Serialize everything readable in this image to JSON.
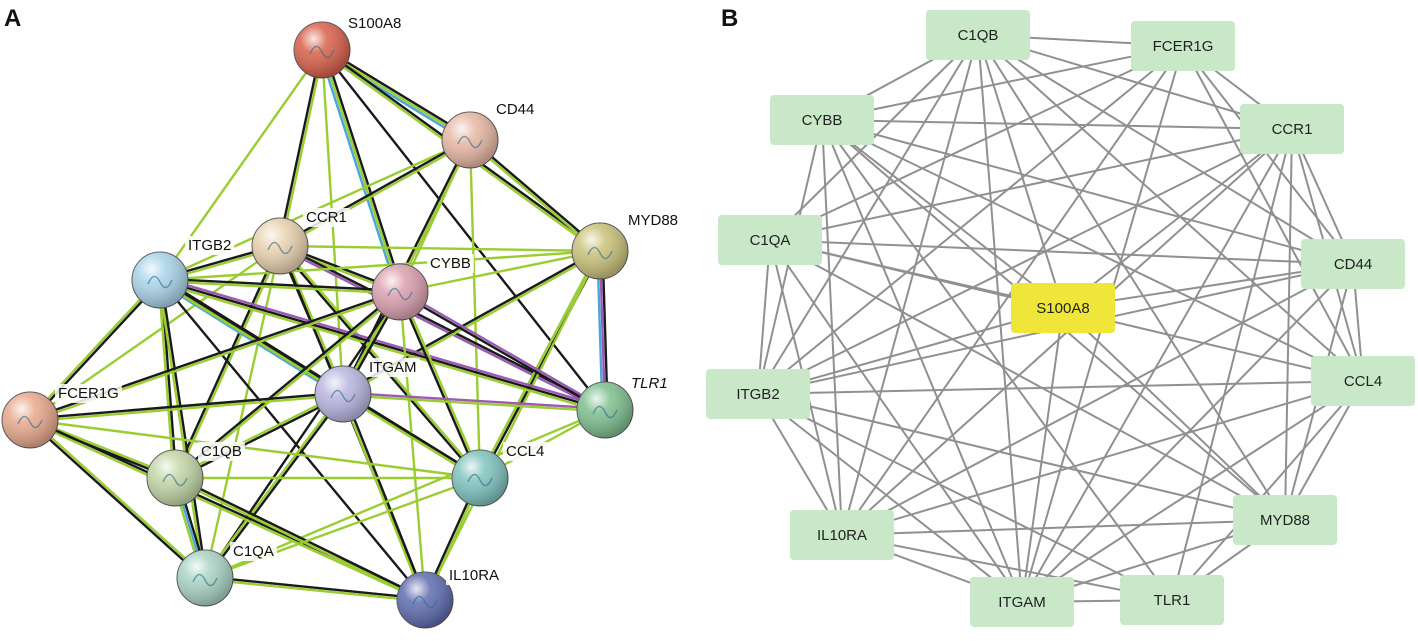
{
  "panels": {
    "a": {
      "letter": "A"
    },
    "b": {
      "letter": "B"
    }
  },
  "network_a": {
    "nodes": [
      {
        "id": "S100A8",
        "label": "S100A8",
        "color": "#d9604a",
        "italic": false
      },
      {
        "id": "CD44",
        "label": "CD44",
        "color": "#e8b8a4",
        "italic": false
      },
      {
        "id": "CCR1",
        "label": "CCR1",
        "color": "#e9d2b0",
        "italic": false
      },
      {
        "id": "MYD88",
        "label": "MYD88",
        "color": "#c9c27a",
        "italic": false
      },
      {
        "id": "ITGB2",
        "label": "ITGB2",
        "color": "#a9d4ea",
        "italic": false
      },
      {
        "id": "CYBB",
        "label": "CYBB",
        "color": "#dba0b0",
        "italic": false
      },
      {
        "id": "ITGAM",
        "label": "ITGAM",
        "color": "#b9b6e0",
        "italic": false
      },
      {
        "id": "TLR1",
        "label": "TLR1",
        "color": "#7fbf8f",
        "italic": true
      },
      {
        "id": "FCER1G",
        "label": "FCER1G",
        "color": "#e8a88c",
        "italic": false
      },
      {
        "id": "C1QB",
        "label": "C1QB",
        "color": "#c2d6a6",
        "italic": false
      },
      {
        "id": "CCL4",
        "label": "CCL4",
        "color": "#7fc3bf",
        "italic": false
      },
      {
        "id": "C1QA",
        "label": "C1QA",
        "color": "#a9d4c4",
        "italic": false
      },
      {
        "id": "IL10RA",
        "label": "IL10RA",
        "color": "#5f6cb0",
        "italic": false
      }
    ],
    "edges": [
      [
        "S100A8",
        "CD44",
        [
          "black",
          "green",
          "blue"
        ]
      ],
      [
        "S100A8",
        "ITGB2",
        [
          "green"
        ]
      ],
      [
        "S100A8",
        "CCR1",
        [
          "green",
          "black"
        ]
      ],
      [
        "S100A8",
        "CYBB",
        [
          "black",
          "green",
          "blue"
        ]
      ],
      [
        "S100A8",
        "MYD88",
        [
          "black",
          "green"
        ]
      ],
      [
        "S100A8",
        "ITGAM",
        [
          "green"
        ]
      ],
      [
        "S100A8",
        "TLR1",
        [
          "black"
        ]
      ],
      [
        "CD44",
        "ITGB2",
        [
          "green"
        ]
      ],
      [
        "CD44",
        "CCR1",
        [
          "green",
          "black"
        ]
      ],
      [
        "CD44",
        "CYBB",
        [
          "green"
        ]
      ],
      [
        "CD44",
        "MYD88",
        [
          "black",
          "green"
        ]
      ],
      [
        "CD44",
        "ITGAM",
        [
          "green",
          "black"
        ]
      ],
      [
        "CD44",
        "CCL4",
        [
          "green"
        ]
      ],
      [
        "CCR1",
        "ITGB2",
        [
          "green",
          "black"
        ]
      ],
      [
        "CCR1",
        "CYBB",
        [
          "black",
          "green"
        ]
      ],
      [
        "CCR1",
        "MYD88",
        [
          "green"
        ]
      ],
      [
        "CCR1",
        "ITGAM",
        [
          "green",
          "black"
        ]
      ],
      [
        "CCR1",
        "TLR1",
        [
          "black",
          "purple"
        ]
      ],
      [
        "CCR1",
        "CCL4",
        [
          "green",
          "black"
        ]
      ],
      [
        "CCR1",
        "C1QB",
        [
          "green",
          "black"
        ]
      ],
      [
        "CCR1",
        "C1QA",
        [
          "green"
        ]
      ],
      [
        "CCR1",
        "IL10RA",
        [
          "black"
        ]
      ],
      [
        "CCR1",
        "FCER1G",
        [
          "green"
        ]
      ],
      [
        "MYD88",
        "TLR1",
        [
          "black",
          "purple",
          "blue"
        ]
      ],
      [
        "MYD88",
        "CYBB",
        [
          "green"
        ]
      ],
      [
        "MYD88",
        "ITGAM",
        [
          "green",
          "black"
        ]
      ],
      [
        "MYD88",
        "CCL4",
        [
          "black",
          "green"
        ]
      ],
      [
        "MYD88",
        "IL10RA",
        [
          "green"
        ]
      ],
      [
        "MYD88",
        "ITGB2",
        [
          "green"
        ]
      ],
      [
        "ITGB2",
        "CYBB",
        [
          "black",
          "green"
        ]
      ],
      [
        "ITGB2",
        "ITGAM",
        [
          "black",
          "green",
          "blue"
        ]
      ],
      [
        "ITGB2",
        "TLR1",
        [
          "purple",
          "black",
          "green"
        ]
      ],
      [
        "ITGB2",
        "FCER1G",
        [
          "black",
          "green"
        ]
      ],
      [
        "ITGB2",
        "C1QB",
        [
          "black",
          "green"
        ]
      ],
      [
        "ITGB2",
        "CCL4",
        [
          "black",
          "green"
        ]
      ],
      [
        "ITGB2",
        "C1QA",
        [
          "black",
          "green"
        ]
      ],
      [
        "ITGB2",
        "IL10RA",
        [
          "black"
        ]
      ],
      [
        "CYBB",
        "ITGAM",
        [
          "black",
          "green"
        ]
      ],
      [
        "CYBB",
        "TLR1",
        [
          "purple",
          "black"
        ]
      ],
      [
        "CYBB",
        "C1QB",
        [
          "green",
          "black"
        ]
      ],
      [
        "CYBB",
        "CCL4",
        [
          "green",
          "black"
        ]
      ],
      [
        "CYBB",
        "C1QA",
        [
          "black"
        ]
      ],
      [
        "CYBB",
        "IL10RA",
        [
          "green"
        ]
      ],
      [
        "CYBB",
        "FCER1G",
        [
          "green",
          "black"
        ]
      ],
      [
        "ITGAM",
        "TLR1",
        [
          "purple",
          "green"
        ]
      ],
      [
        "ITGAM",
        "FCER1G",
        [
          "green",
          "black"
        ]
      ],
      [
        "ITGAM",
        "C1QB",
        [
          "black",
          "green"
        ]
      ],
      [
        "ITGAM",
        "CCL4",
        [
          "black",
          "green"
        ]
      ],
      [
        "ITGAM",
        "C1QA",
        [
          "black",
          "green"
        ]
      ],
      [
        "ITGAM",
        "IL10RA",
        [
          "black",
          "green"
        ]
      ],
      [
        "TLR1",
        "CCL4",
        [
          "green"
        ]
      ],
      [
        "TLR1",
        "C1QA",
        [
          "green"
        ]
      ],
      [
        "FCER1G",
        "C1QB",
        [
          "green",
          "black"
        ]
      ],
      [
        "FCER1G",
        "C1QA",
        [
          "green",
          "black"
        ]
      ],
      [
        "FCER1G",
        "CCL4",
        [
          "green"
        ]
      ],
      [
        "FCER1G",
        "IL10RA",
        [
          "black",
          "green"
        ]
      ],
      [
        "C1QB",
        "C1QA",
        [
          "black",
          "blue",
          "green"
        ]
      ],
      [
        "C1QB",
        "CCL4",
        [
          "green"
        ]
      ],
      [
        "C1QB",
        "IL10RA",
        [
          "black",
          "green"
        ]
      ],
      [
        "CCL4",
        "IL10RA",
        [
          "green",
          "black"
        ]
      ],
      [
        "CCL4",
        "C1QA",
        [
          "green"
        ]
      ],
      [
        "C1QA",
        "IL10RA",
        [
          "black",
          "green"
        ]
      ]
    ]
  },
  "network_b": {
    "hub": {
      "id": "S100A8",
      "label": "S100A8",
      "color": "#f0e63a"
    },
    "box_color": "#c8e8c8",
    "edge_color": "#909090",
    "nodes": [
      {
        "id": "C1QB",
        "label": "C1QB"
      },
      {
        "id": "FCER1G",
        "label": "FCER1G"
      },
      {
        "id": "CYBB",
        "label": "CYBB"
      },
      {
        "id": "CCR1",
        "label": "CCR1"
      },
      {
        "id": "C1QA",
        "label": "C1QA"
      },
      {
        "id": "CD44",
        "label": "CD44"
      },
      {
        "id": "ITGB2",
        "label": "ITGB2"
      },
      {
        "id": "CCL4",
        "label": "CCL4"
      },
      {
        "id": "IL10RA",
        "label": "IL10RA"
      },
      {
        "id": "MYD88",
        "label": "MYD88"
      },
      {
        "id": "ITGAM",
        "label": "ITGAM"
      },
      {
        "id": "TLR1",
        "label": "TLR1"
      }
    ],
    "edges": [
      [
        "C1QB",
        "FCER1G"
      ],
      [
        "C1QB",
        "CYBB"
      ],
      [
        "C1QB",
        "CCR1"
      ],
      [
        "C1QB",
        "C1QA"
      ],
      [
        "C1QB",
        "ITGB2"
      ],
      [
        "C1QB",
        "IL10RA"
      ],
      [
        "C1QB",
        "ITGAM"
      ],
      [
        "C1QB",
        "CCL4"
      ],
      [
        "C1QB",
        "MYD88"
      ],
      [
        "C1QB",
        "CD44"
      ],
      [
        "FCER1G",
        "CYBB"
      ],
      [
        "FCER1G",
        "CCR1"
      ],
      [
        "FCER1G",
        "C1QA"
      ],
      [
        "FCER1G",
        "ITGB2"
      ],
      [
        "FCER1G",
        "IL10RA"
      ],
      [
        "FCER1G",
        "ITGAM"
      ],
      [
        "FCER1G",
        "CCL4"
      ],
      [
        "FCER1G",
        "CD44"
      ],
      [
        "CYBB",
        "CCR1"
      ],
      [
        "CYBB",
        "ITGB2"
      ],
      [
        "CYBB",
        "IL10RA"
      ],
      [
        "CYBB",
        "ITGAM"
      ],
      [
        "CYBB",
        "CCL4"
      ],
      [
        "CYBB",
        "MYD88"
      ],
      [
        "CYBB",
        "TLR1"
      ],
      [
        "CYBB",
        "CD44"
      ],
      [
        "CCR1",
        "C1QA"
      ],
      [
        "CCR1",
        "ITGB2"
      ],
      [
        "CCR1",
        "IL10RA"
      ],
      [
        "CCR1",
        "ITGAM"
      ],
      [
        "CCR1",
        "CCL4"
      ],
      [
        "CCR1",
        "MYD88"
      ],
      [
        "CCR1",
        "TLR1"
      ],
      [
        "CCR1",
        "CD44"
      ],
      [
        "C1QA",
        "ITGB2"
      ],
      [
        "C1QA",
        "IL10RA"
      ],
      [
        "C1QA",
        "ITGAM"
      ],
      [
        "C1QA",
        "CCL4"
      ],
      [
        "C1QA",
        "CD44"
      ],
      [
        "C1QA",
        "MYD88"
      ],
      [
        "CD44",
        "ITGB2"
      ],
      [
        "CD44",
        "IL10RA"
      ],
      [
        "CD44",
        "ITGAM"
      ],
      [
        "CD44",
        "CCL4"
      ],
      [
        "CD44",
        "MYD88"
      ],
      [
        "ITGB2",
        "CCL4"
      ],
      [
        "ITGB2",
        "IL10RA"
      ],
      [
        "ITGB2",
        "ITGAM"
      ],
      [
        "ITGB2",
        "MYD88"
      ],
      [
        "ITGB2",
        "TLR1"
      ],
      [
        "CCL4",
        "IL10RA"
      ],
      [
        "CCL4",
        "ITGAM"
      ],
      [
        "CCL4",
        "MYD88"
      ],
      [
        "CCL4",
        "TLR1"
      ],
      [
        "IL10RA",
        "ITGAM"
      ],
      [
        "IL10RA",
        "MYD88"
      ],
      [
        "IL10RA",
        "TLR1"
      ],
      [
        "MYD88",
        "ITGAM"
      ],
      [
        "MYD88",
        "TLR1"
      ],
      [
        "ITGAM",
        "TLR1"
      ],
      [
        "S100A8",
        "C1QB"
      ],
      [
        "S100A8",
        "CYBB"
      ],
      [
        "S100A8",
        "CCR1"
      ],
      [
        "S100A8",
        "CD44"
      ],
      [
        "S100A8",
        "ITGB2"
      ],
      [
        "S100A8",
        "ITGAM"
      ],
      [
        "S100A8",
        "MYD88"
      ],
      [
        "S100A8",
        "C1QA"
      ]
    ]
  }
}
